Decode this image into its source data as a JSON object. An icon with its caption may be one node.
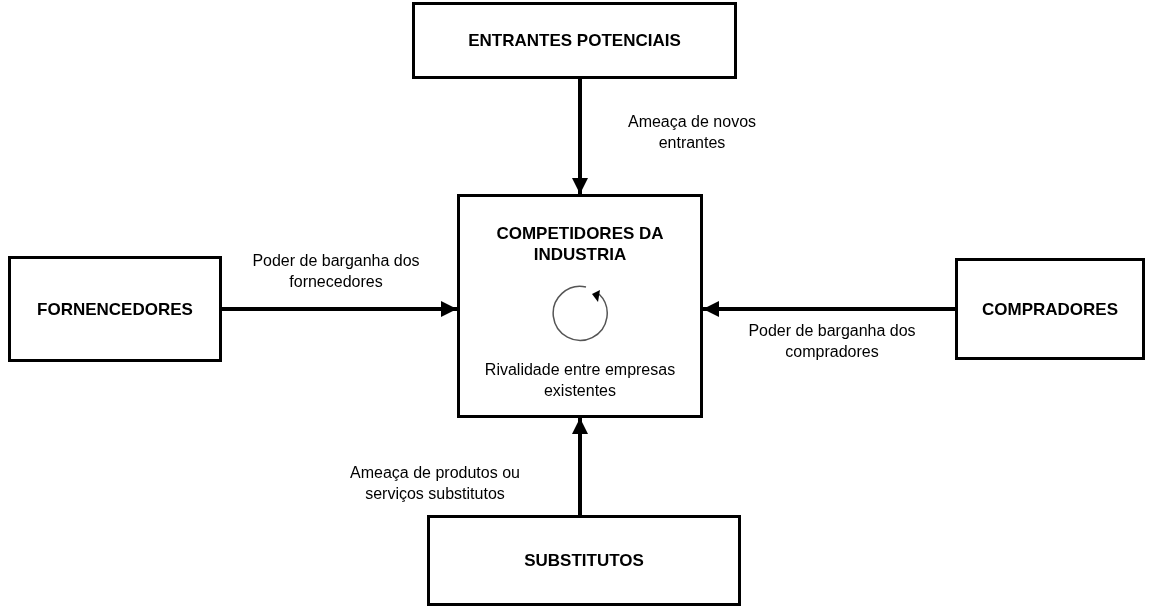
{
  "diagram": {
    "nodes": [
      {
        "text": [
          "ENTRANTES POTENCIAIS"
        ]
      },
      {
        "text": [
          "FORNENCEDORES"
        ]
      },
      {
        "text": [
          "COMPETIDORES DA INDUSTRIA",
          "Rivalidade entre empresas existentes"
        ]
      },
      {
        "text": [
          "COMPRADORES"
        ]
      },
      {
        "text": [
          "SUBSTITUTOS"
        ]
      }
    ],
    "edges": [
      {
        "from": 0,
        "to": 2,
        "arrow": "to",
        "label": "Ameaça de novos entrantes"
      },
      {
        "from": 1,
        "to": 2,
        "arrow": "to",
        "label": "Poder de barganha dos fornecedores"
      },
      {
        "from": 3,
        "to": 2,
        "arrow": "to",
        "label": "Poder de barganha dos compradores"
      },
      {
        "from": 4,
        "to": 2,
        "arrow": "to",
        "label": "Ameaça de produtos ou serviços substitutos"
      }
    ]
  }
}
